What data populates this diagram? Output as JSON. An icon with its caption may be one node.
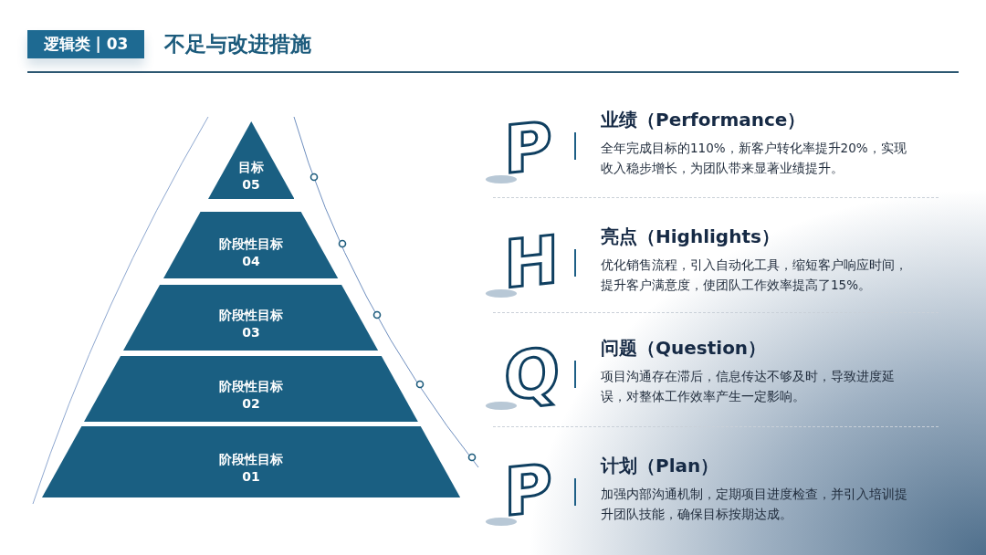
{
  "diagram": {
    "title": "不足与改进措施",
    "nodes": [
      {
        "text": [
          "逻辑类 | 03"
        ]
      },
      {
        "text": [
          "目标",
          "05"
        ]
      },
      {
        "text": [
          "阶段性目标",
          "04"
        ]
      },
      {
        "text": [
          "阶段性目标",
          "03"
        ]
      },
      {
        "text": [
          "阶段性目标",
          "02"
        ]
      },
      {
        "text": [
          "阶段性目标",
          "01"
        ]
      }
    ],
    "labels": [
      "P",
      "业绩（Performance）",
      "全年完成目标的110%，新客户转化率提升20%，实现收入稳步增长，为团队带来显著业绩提升。",
      "H",
      "亮点（Highlights）",
      "优化销售流程，引入自动化工具，缩短客户响应时间，提升客户满意度，使团队工作效率提高了15%。",
      "Q",
      "问题（Question）",
      "项目沟通存在滞后，信息传达不够及时，导致进度延误，对整体工作效率产生一定影响。",
      "P",
      "计划（Plan）",
      "加强内部沟通机制，定期项目进度检查，并引入培训提升团队技能，确保目标按期达成。"
    ]
  }
}
